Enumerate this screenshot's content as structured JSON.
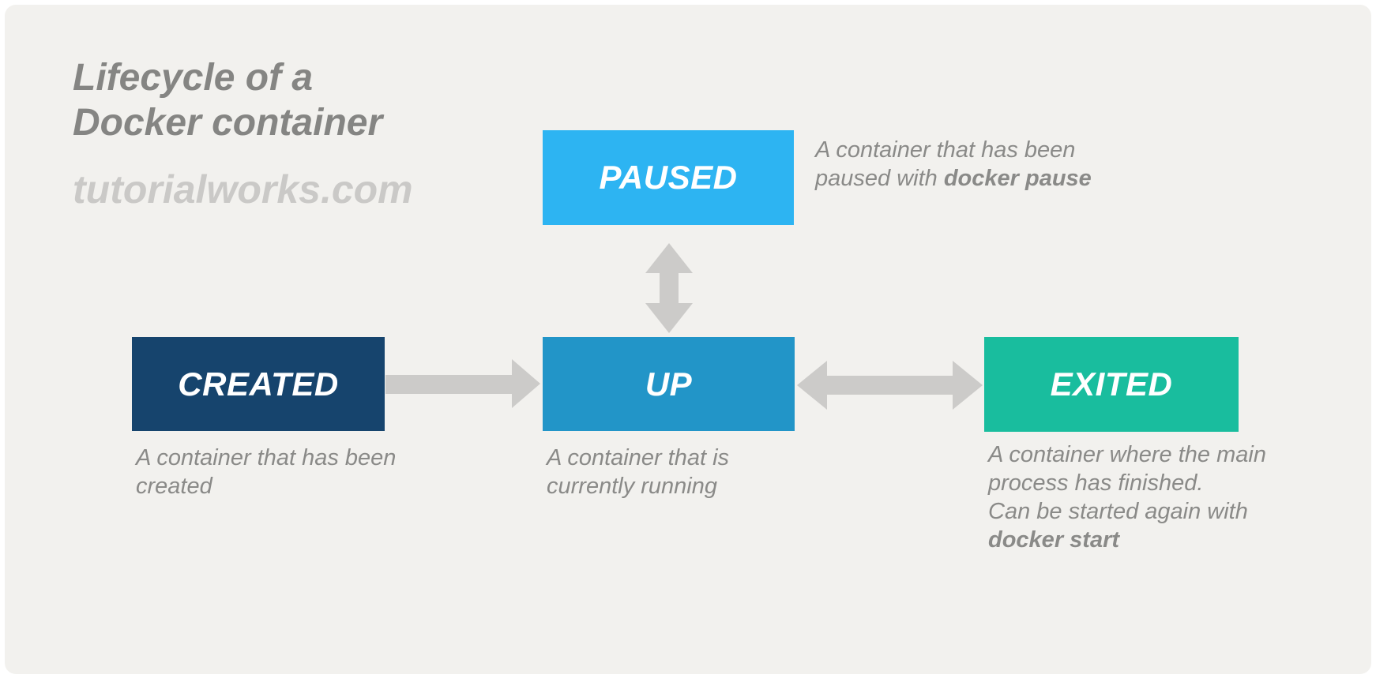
{
  "header": {
    "title_line1": "Lifecycle of a",
    "title_line2": "Docker container",
    "watermark": "tutorialworks.com"
  },
  "colors": {
    "canvas": "#f2f1ee",
    "arrow": "#cccbc9",
    "paused": "#2db4f2",
    "created": "#16446d",
    "up": "#2295c8",
    "exited": "#19bd9e",
    "label_text": "#ffffff",
    "title_text": "#858583",
    "desc_text": "#8a8a88"
  },
  "nodes": {
    "paused": {
      "label": "PAUSED",
      "desc_line1": "A container that has been",
      "desc_line2_pre": "paused with ",
      "desc_line2_bold": "docker pause"
    },
    "created": {
      "label": "CREATED",
      "desc_line1": "A container that has been",
      "desc_line2": "created"
    },
    "up": {
      "label": "UP",
      "desc_line1": "A container that is",
      "desc_line2": "currently running"
    },
    "exited": {
      "label": "EXITED",
      "desc_line1": "A container where the main",
      "desc_line2": "process has finished.",
      "desc_line3": "Can be started again with",
      "desc_line4_bold": "docker start"
    }
  },
  "edges": [
    {
      "from": "created",
      "to": "up",
      "direction": "one-way"
    },
    {
      "from": "up",
      "to": "paused",
      "direction": "two-way"
    },
    {
      "from": "up",
      "to": "exited",
      "direction": "two-way"
    }
  ]
}
